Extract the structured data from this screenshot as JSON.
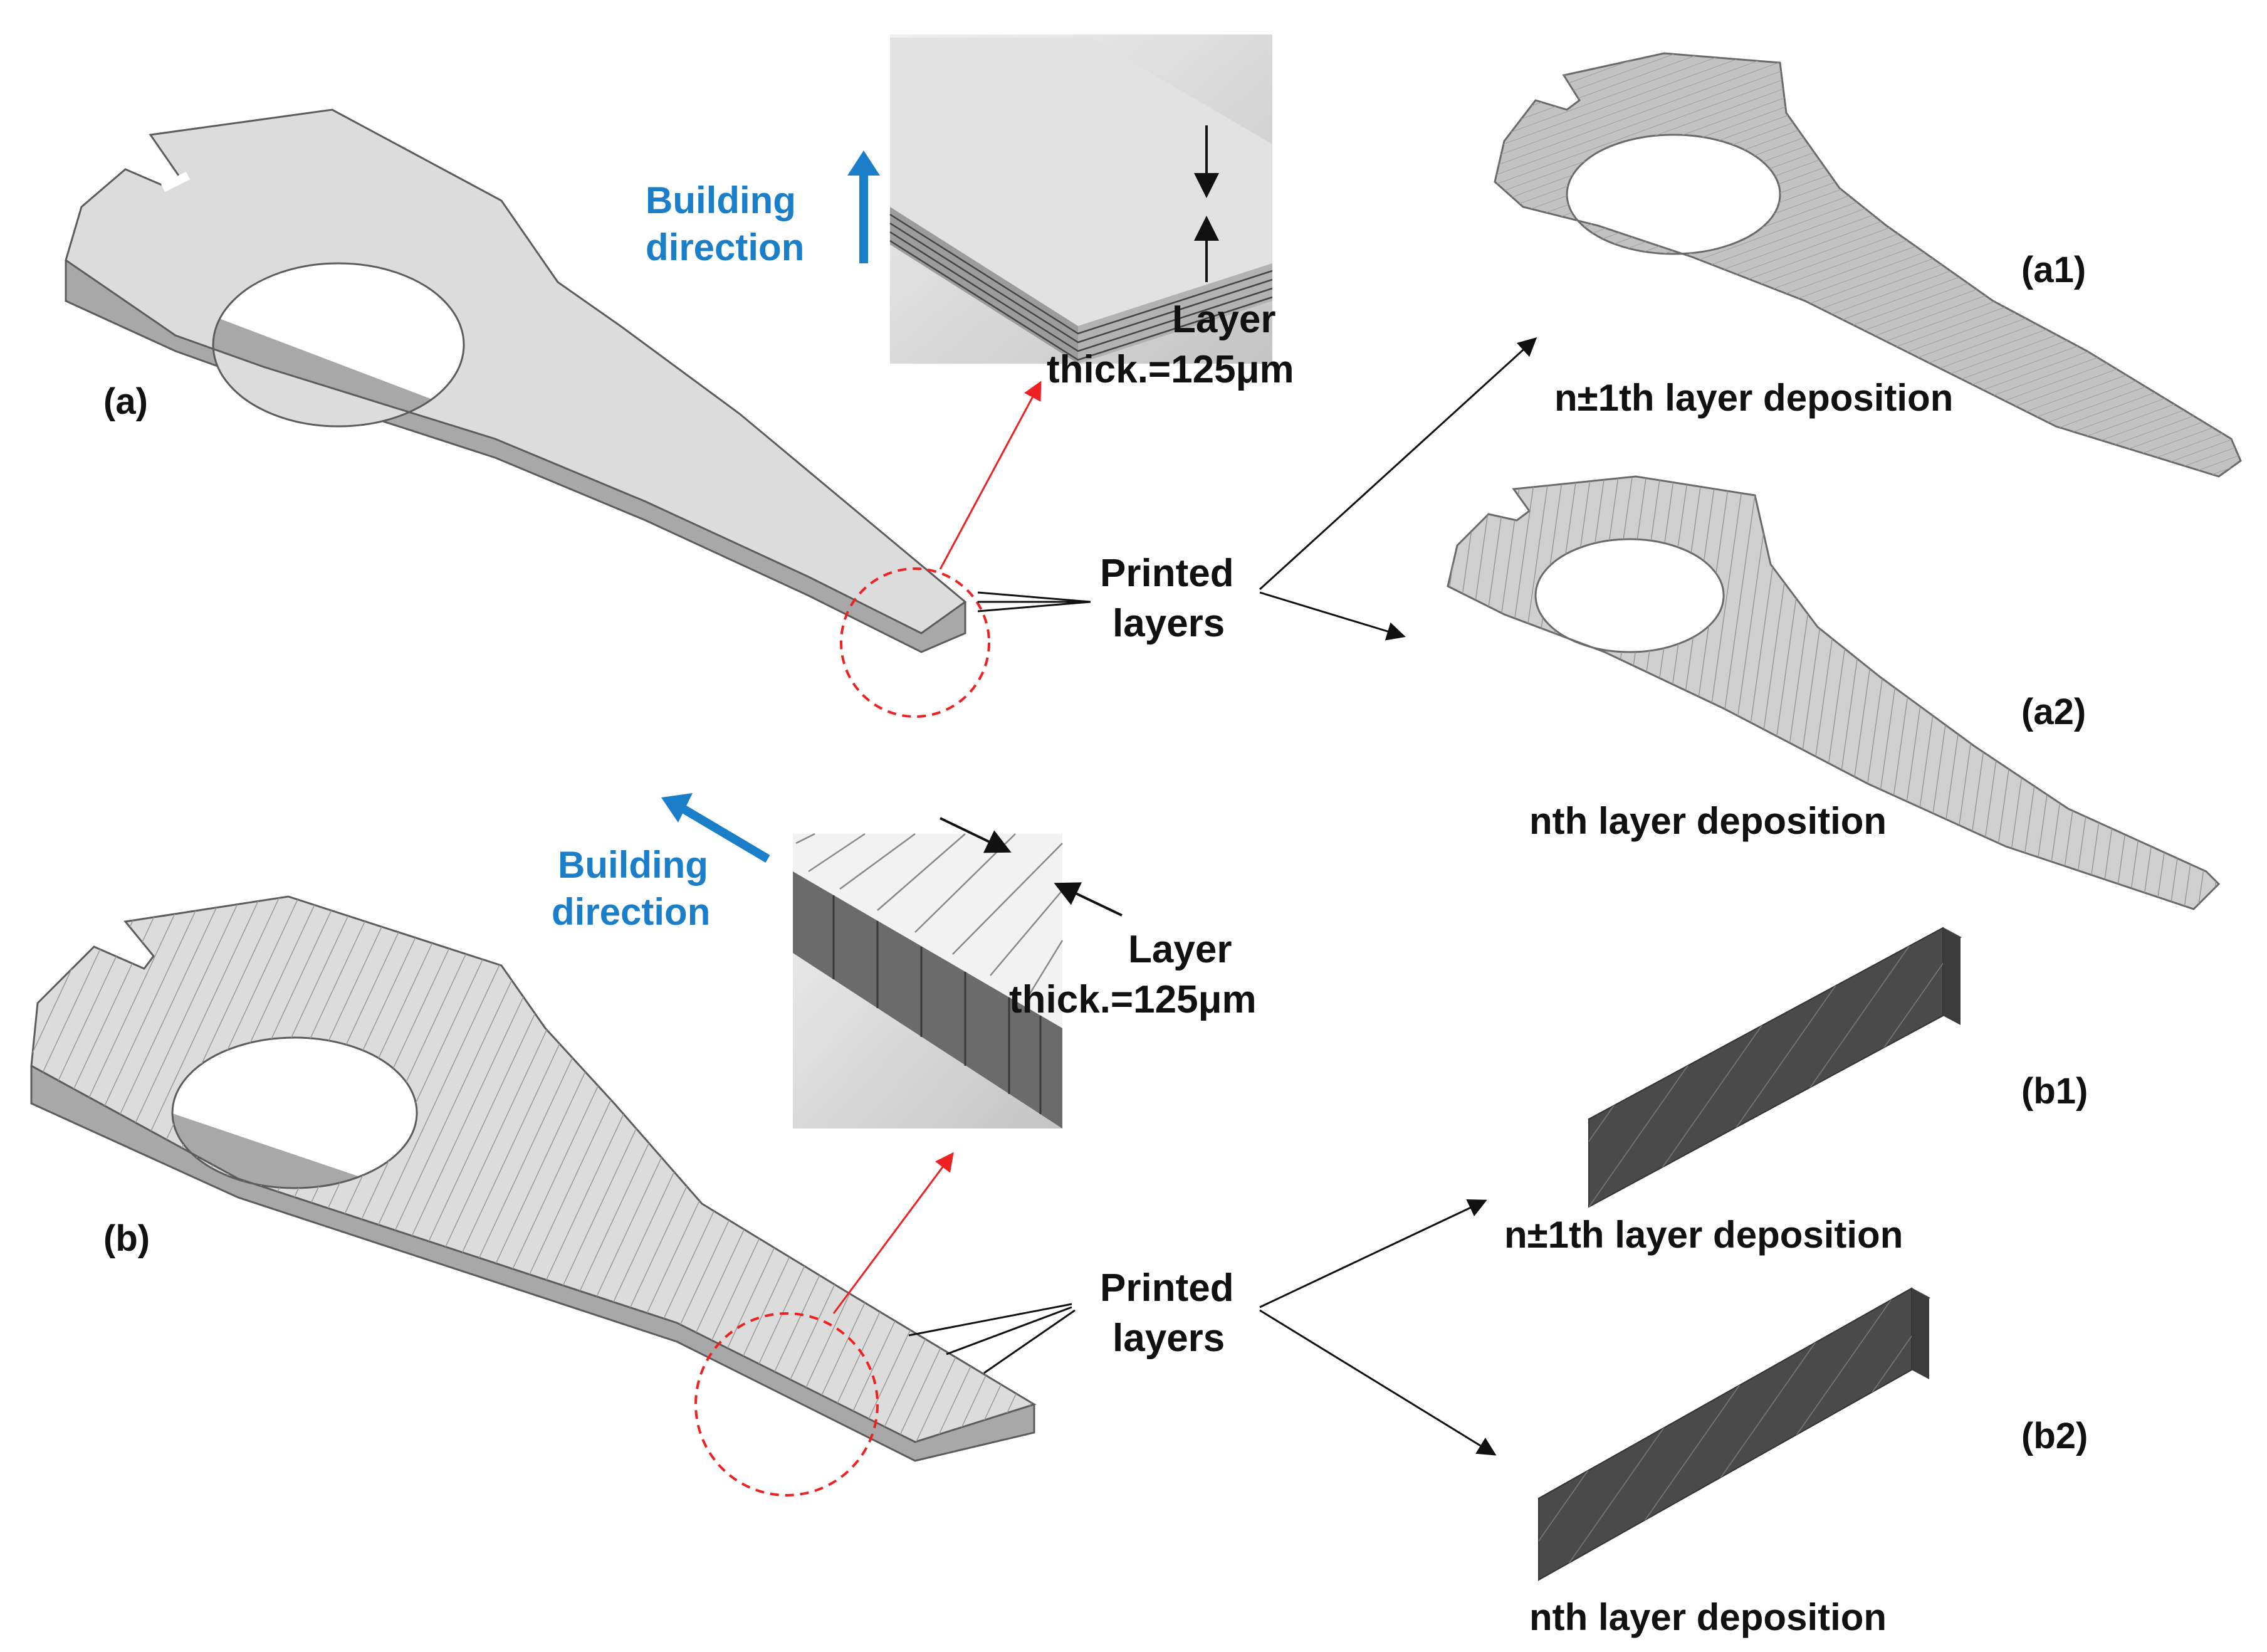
{
  "colors": {
    "part_fill": "#dcdcdc",
    "part_side": "#a8a8a8",
    "part_edge": "#5c5c5c",
    "hatch": "#9a9a9a",
    "bar_dark": "#4a4a4a",
    "bar_top": "#b5b5b5",
    "accent_blue": "#1a7fc8",
    "callout_red": "#ee2222",
    "arrow_black": "#111111"
  },
  "icons": [
    "up-arrow-icon",
    "diagonal-arrow-icon"
  ],
  "panel_a": {
    "label": "(a)",
    "building_line1": "Building",
    "building_line2": "direction",
    "layer_line1": "Layer",
    "layer_line2": "thick.=125μm",
    "printed_line1": "Printed",
    "printed_line2": "layers"
  },
  "panel_a1": {
    "label": "(a1)",
    "caption": "n±1th layer deposition"
  },
  "panel_a2": {
    "label": "(a2)",
    "caption": "nth layer deposition"
  },
  "panel_b": {
    "label": "(b)",
    "building_line1": "Building",
    "building_line2": "direction",
    "layer_line1": "Layer",
    "layer_line2": "thick.=125μm",
    "printed_line1": "Printed",
    "printed_line2": "layers"
  },
  "panel_b1": {
    "label": "(b1)",
    "caption": "n±1th layer deposition"
  },
  "panel_b2": {
    "label": "(b2)",
    "caption": "nth layer deposition"
  }
}
